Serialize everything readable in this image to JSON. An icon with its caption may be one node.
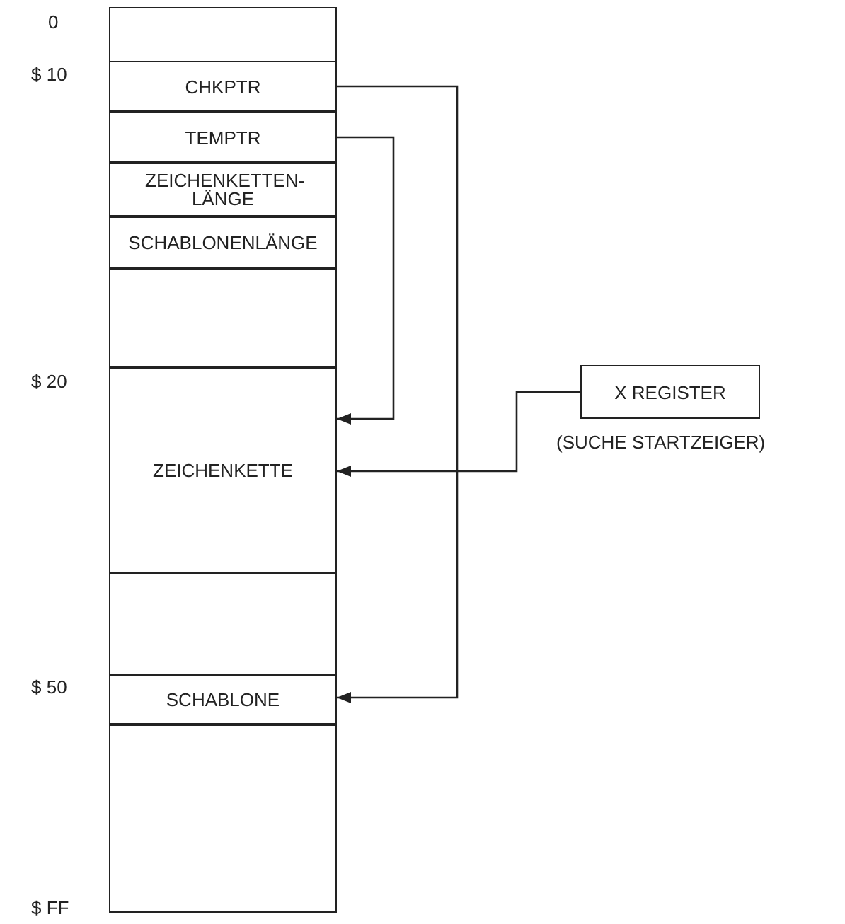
{
  "diagram": {
    "nodes": [
      {
        "text": [],
        "shape": "box"
      },
      {
        "text": [
          "CHKPTR"
        ]
      },
      {
        "text": [
          "TEMPTR"
        ]
      },
      {
        "text": [
          "ZEICHENKETTEN- LÄNGE"
        ]
      },
      {
        "text": [
          "SCHABLONENLÄNGE"
        ]
      },
      {
        "text": [],
        "shape": "box"
      },
      {
        "text": [
          "ZEICHENKETTE"
        ]
      },
      {
        "text": [],
        "shape": "box"
      },
      {
        "text": [
          "SCHABLONE"
        ]
      },
      {
        "text": [],
        "shape": "box"
      },
      {
        "text": [
          "X REGISTER"
        ],
        "beside": [
          "(SUCHE STARTZEIGER)"
        ]
      }
    ],
    "edges": [
      {
        "from": 1,
        "to": 8,
        "arrow": "to"
      },
      {
        "from": 2,
        "to": 6,
        "arrow": "to"
      },
      {
        "from": 10,
        "to": 6,
        "arrow": "to"
      }
    ],
    "labels": [
      "0",
      "$ 10",
      "$ 20",
      "$ 50",
      "$ FF"
    ]
  }
}
